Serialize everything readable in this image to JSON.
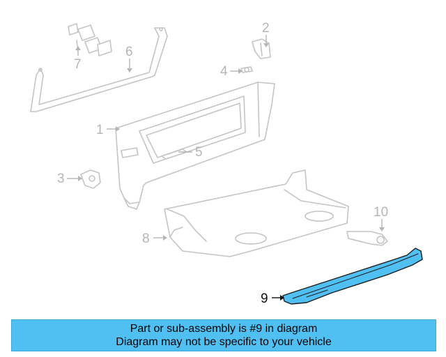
{
  "diagram": {
    "callouts": [
      {
        "id": "1",
        "label": "1"
      },
      {
        "id": "2",
        "label": "2"
      },
      {
        "id": "3",
        "label": "3"
      },
      {
        "id": "4",
        "label": "4"
      },
      {
        "id": "5",
        "label": "5"
      },
      {
        "id": "6",
        "label": "6"
      },
      {
        "id": "7",
        "label": "7"
      },
      {
        "id": "8",
        "label": "8"
      },
      {
        "id": "9",
        "label": "9"
      },
      {
        "id": "10",
        "label": "10"
      }
    ],
    "highlighted_part": "9",
    "highlight_color": "#50bff2",
    "part_color": "#c4c4c4"
  },
  "banner": {
    "line1": "Part or sub-assembly is #9 in diagram",
    "line2": "Diagram may not be specific to your vehicle",
    "background": "#50bff2"
  }
}
